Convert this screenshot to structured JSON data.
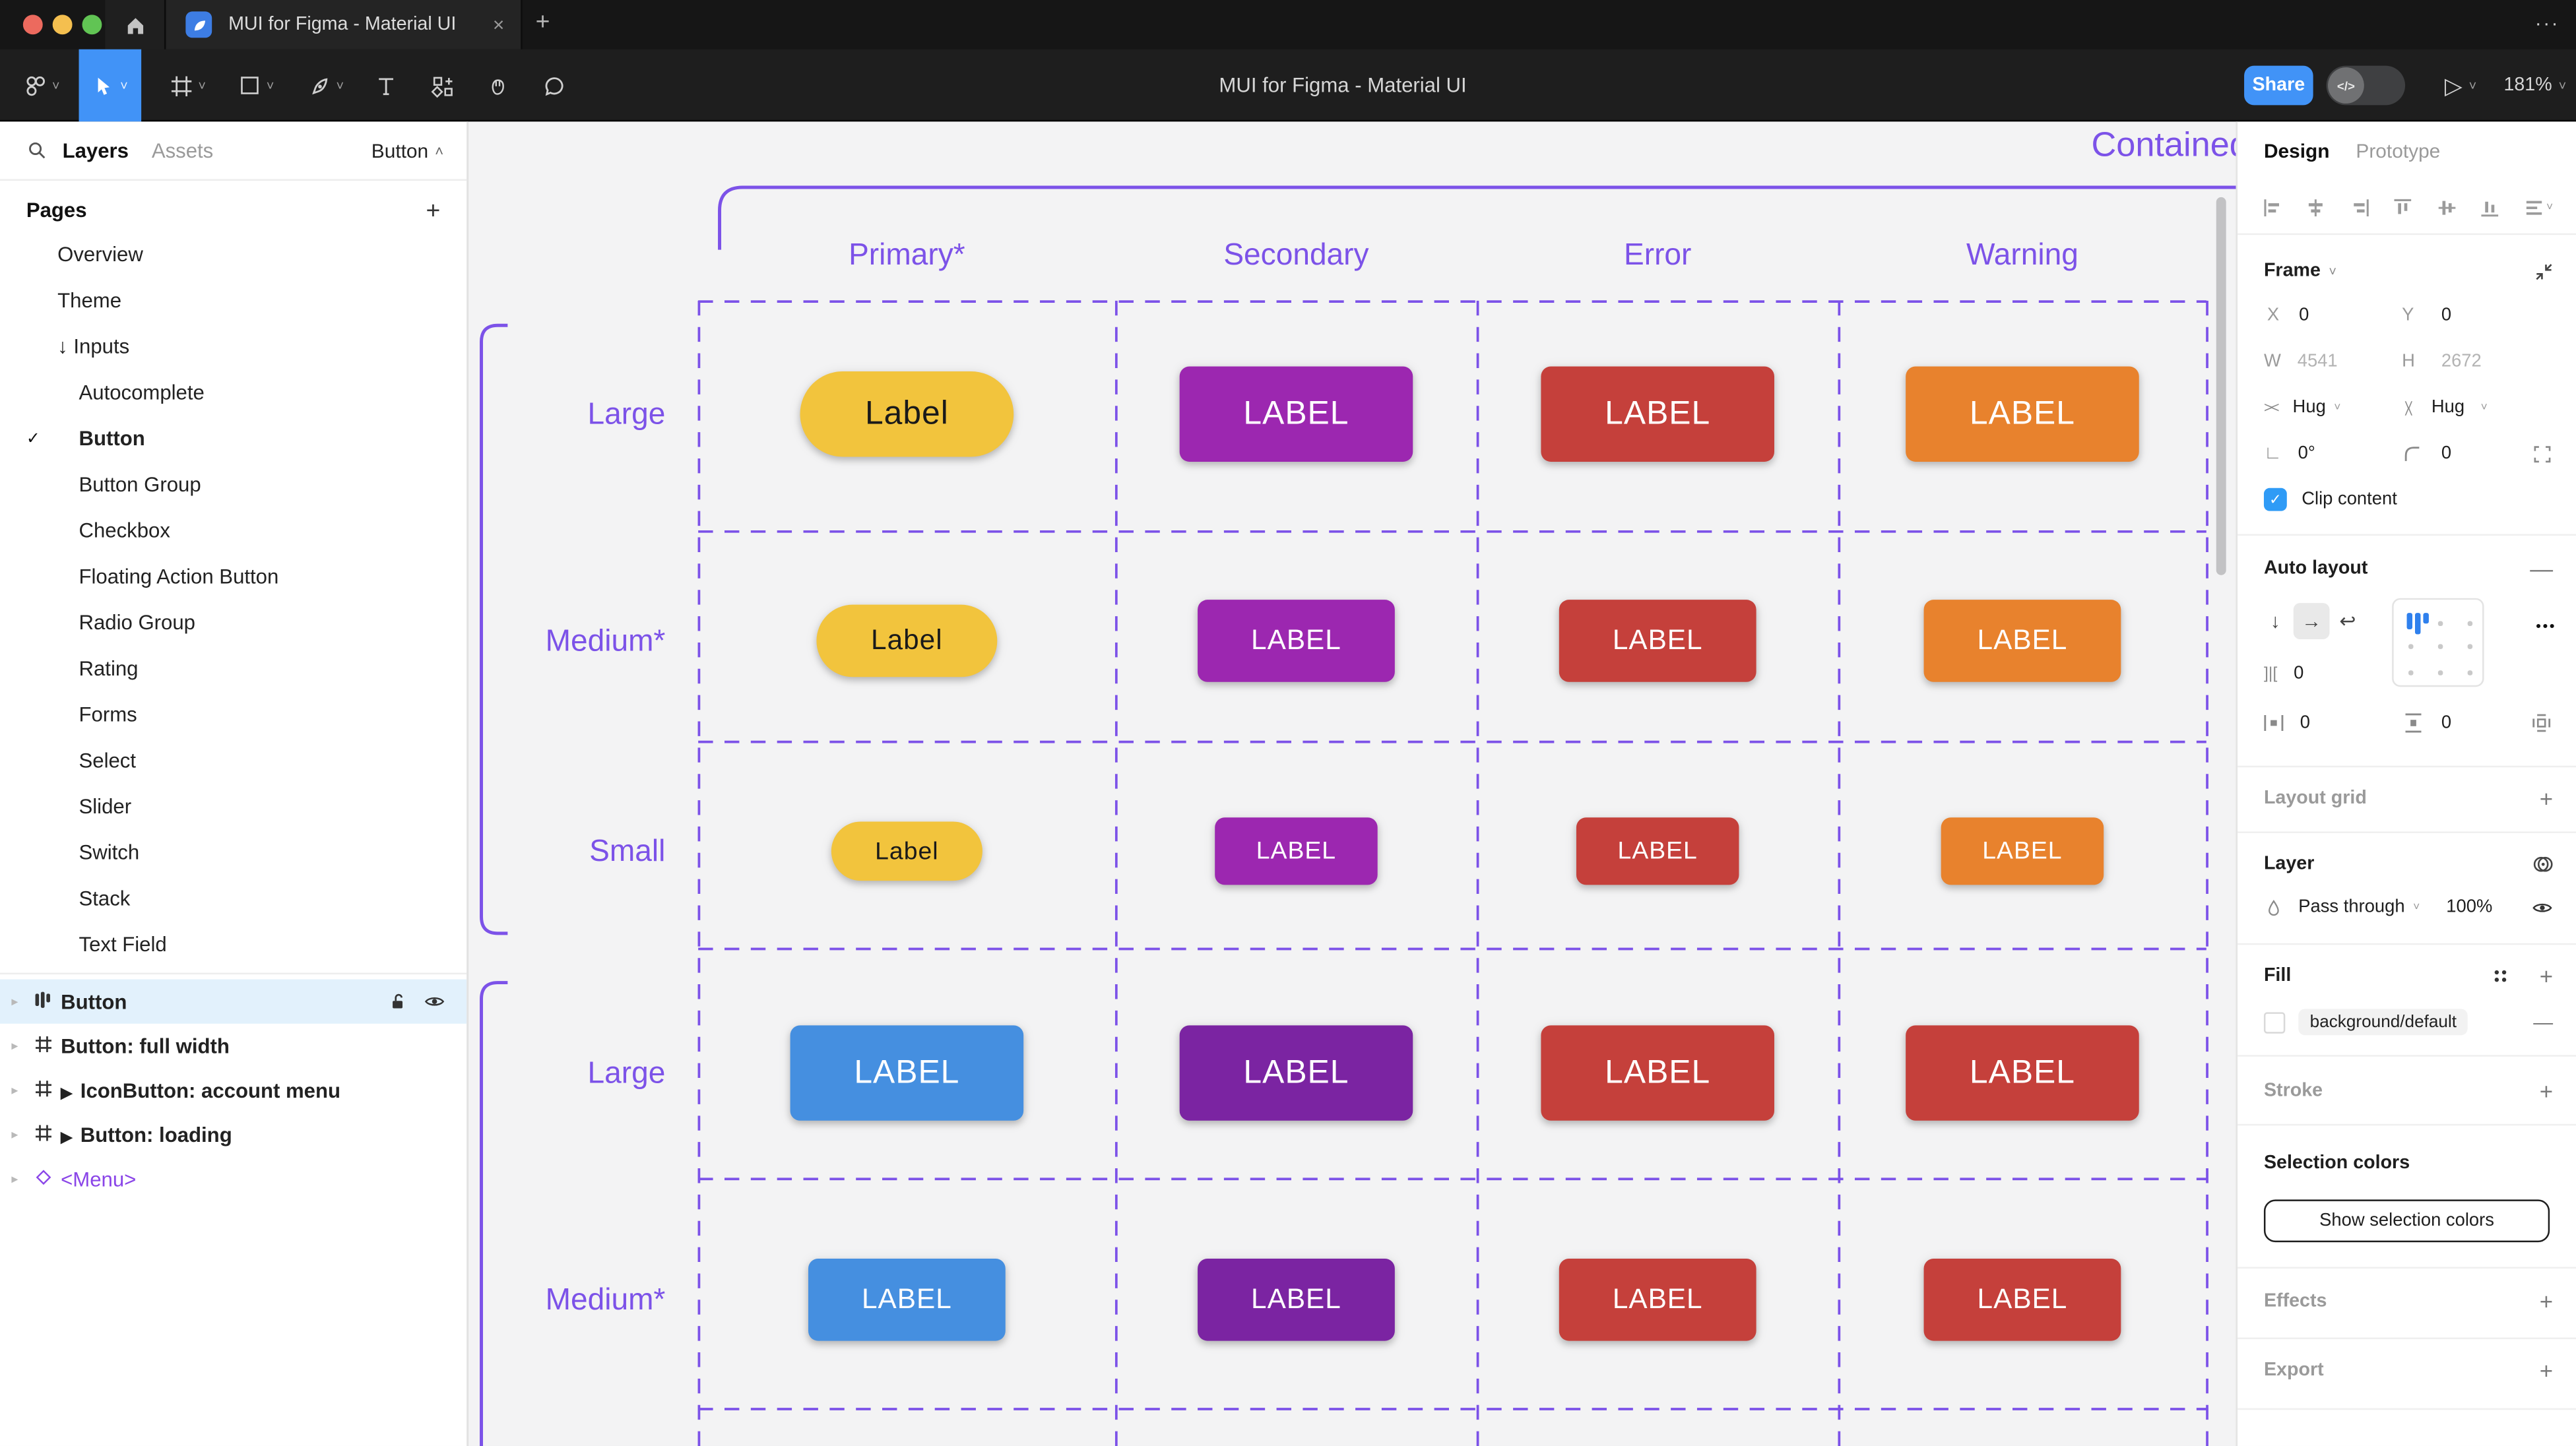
{
  "window": {
    "tab_title": "MUI for Figma - Material UI",
    "toolbar_title": "MUI for Figma - Material UI",
    "tab_close": "×",
    "new_tab": "+",
    "overflow": "···",
    "share_label": "Share",
    "zoom_level": "181%"
  },
  "left_sidebar": {
    "tab_layers": "Layers",
    "tab_assets": "Assets",
    "page_selector": "Button",
    "pages_header": "Pages",
    "pages": [
      {
        "label": "Overview",
        "level": 0
      },
      {
        "label": "Theme",
        "level": 0
      },
      {
        "label": "Inputs",
        "level": 0,
        "arrow": "↓"
      },
      {
        "label": "Autocomplete",
        "level": 1
      },
      {
        "label": "Button",
        "level": 1,
        "checked": true,
        "bold": true
      },
      {
        "label": "Button Group",
        "level": 1
      },
      {
        "label": "Checkbox",
        "level": 1
      },
      {
        "label": "Floating Action Button",
        "level": 1
      },
      {
        "label": "Radio Group",
        "level": 1
      },
      {
        "label": "Rating",
        "level": 1
      },
      {
        "label": "Forms",
        "level": 1
      },
      {
        "label": "Select",
        "level": 1
      },
      {
        "label": "Slider",
        "level": 1
      },
      {
        "label": "Switch",
        "level": 1
      },
      {
        "label": "Stack",
        "level": 1
      },
      {
        "label": "Text Field",
        "level": 1
      }
    ],
    "layers": [
      {
        "label": "Button",
        "icon": "autolayout",
        "selected": true
      },
      {
        "label": "Button: full width",
        "icon": "frame",
        "bold": true
      },
      {
        "label": "IconButton: account menu",
        "icon": "frame",
        "flow": true,
        "bold": true
      },
      {
        "label": "Button: loading",
        "icon": "frame",
        "flow": true,
        "bold": true
      },
      {
        "label": "<Menu>",
        "icon": "instance",
        "purple": true
      }
    ]
  },
  "canvas": {
    "section_title": "Contained",
    "columns": [
      "Primary*",
      "Secondary",
      "Error",
      "Warning"
    ],
    "rows": [
      "Large",
      "Medium*",
      "Small",
      "Large",
      "Medium*"
    ],
    "buttons": [
      [
        {
          "label": "Label",
          "bg": "btn_yellow",
          "fg": "dark",
          "pill": true
        },
        {
          "label": "LABEL",
          "bg": "btn_purple",
          "fg": "light"
        },
        {
          "label": "LABEL",
          "bg": "btn_red",
          "fg": "light"
        },
        {
          "label": "LABEL",
          "bg": "btn_orange",
          "fg": "light"
        }
      ],
      [
        {
          "label": "Label",
          "bg": "btn_yellow",
          "fg": "dark",
          "pill": true
        },
        {
          "label": "LABEL",
          "bg": "btn_purple",
          "fg": "light"
        },
        {
          "label": "LABEL",
          "bg": "btn_red",
          "fg": "light"
        },
        {
          "label": "LABEL",
          "bg": "btn_orange",
          "fg": "light"
        }
      ],
      [
        {
          "label": "Label",
          "bg": "btn_yellow",
          "fg": "dark",
          "pill": true
        },
        {
          "label": "LABEL",
          "bg": "btn_purple",
          "fg": "light"
        },
        {
          "label": "LABEL",
          "bg": "btn_red",
          "fg": "light"
        },
        {
          "label": "LABEL",
          "bg": "btn_orange",
          "fg": "light"
        }
      ],
      [
        {
          "label": "LABEL",
          "bg": "btn_blue",
          "fg": "light"
        },
        {
          "label": "LABEL",
          "bg": "btn_purple_dark",
          "fg": "light"
        },
        {
          "label": "LABEL",
          "bg": "btn_red",
          "fg": "light"
        },
        {
          "label": "LABEL",
          "bg": "btn_red",
          "fg": "light"
        }
      ],
      [
        {
          "label": "LABEL",
          "bg": "btn_blue",
          "fg": "light"
        },
        {
          "label": "LABEL",
          "bg": "btn_purple_dark",
          "fg": "light"
        },
        {
          "label": "LABEL",
          "bg": "btn_red",
          "fg": "light"
        },
        {
          "label": "LABEL",
          "bg": "btn_red",
          "fg": "light"
        }
      ]
    ]
  },
  "right_panel": {
    "tab_design": "Design",
    "tab_prototype": "Prototype",
    "frame": {
      "title": "Frame",
      "x_label": "X",
      "x": "0",
      "y_label": "Y",
      "y": "0",
      "w_label": "W",
      "w": "4541",
      "h_label": "H",
      "h": "2672",
      "hug_h": "Hug",
      "hug_v": "Hug",
      "rotation": "0°",
      "radius": "0",
      "clip_label": "Clip content"
    },
    "auto_layout": {
      "title": "Auto layout",
      "gap": "0",
      "pad_h": "0",
      "pad_v": "0",
      "more": "•••"
    },
    "layout_grid": {
      "title": "Layout grid"
    },
    "layer": {
      "title": "Layer",
      "blend": "Pass through",
      "opacity": "100%"
    },
    "fill": {
      "title": "Fill",
      "token": "background/default"
    },
    "stroke": {
      "title": "Stroke"
    },
    "selection_colors": {
      "title": "Selection colors",
      "button": "Show selection colors"
    },
    "effects": {
      "title": "Effects"
    },
    "export": {
      "title": "Export"
    }
  },
  "colors": {
    "accent_blue": "#4193F7",
    "canvas_purple": "#7C52E8",
    "canvas_bg": "#F3F3F4",
    "selected_row_bg": "#E2F1FC",
    "checkbox_blue": "#2F9BF6",
    "component_purple": "#8A45E8",
    "btn_yellow": "#F2C43D",
    "btn_purple": "#9C27B0",
    "btn_purple_dark": "#7B24A2",
    "btn_red": "#C5403B",
    "btn_orange": "#E8822D",
    "btn_blue": "#458FE0",
    "btn_text_dark": "#1A1A1A",
    "btn_text_light": "#FFFFFF",
    "traffic_red": "#EC6A5E",
    "traffic_yellow": "#F4BF4F",
    "traffic_green": "#61C454"
  }
}
